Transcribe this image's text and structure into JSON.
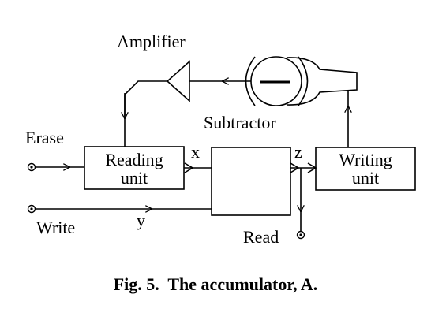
{
  "labels": {
    "amplifier": "Amplifier",
    "subtractor": "Subtractor",
    "erase": "Erase",
    "write": "Write",
    "read": "Read",
    "reading_unit_line1": "Reading",
    "reading_unit_line2": "unit",
    "writing_unit_line1": "Writing",
    "writing_unit_line2": "unit",
    "x": "x",
    "y": "y",
    "z": "z"
  },
  "caption": "Fig. 5.  The accumulator, A.",
  "icons": [
    "storage-tube-icon",
    "amplifier-triangle-icon",
    "terminal-icon"
  ]
}
